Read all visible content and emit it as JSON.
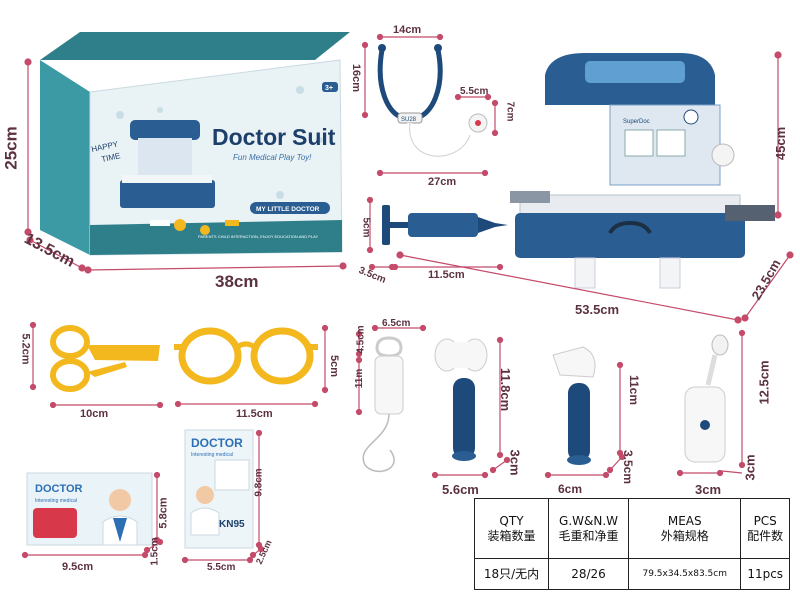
{
  "box": {
    "brand_line1": "Doctor",
    "brand_line2": "Suit",
    "tagline": "Fun Medical Play Toy!",
    "happy": "HAPPY",
    "time": "TIME",
    "ribbon": "MY LITTLE DOCTOR",
    "bottom_text": "PARENTS CHILD INTERACTION, ENJOY EDUCATION AND PLAY",
    "age": "3+"
  },
  "dims": {
    "box_height": "25cm",
    "box_depth": "13.5cm",
    "box_width": "38cm",
    "steth_top": "14cm",
    "steth_side": "16cm",
    "steth_head_w": "5.5cm",
    "steth_head_h": "7cm",
    "steth_length": "27cm",
    "syringe_h": "5cm",
    "syringe_tip": "3.5cm",
    "syringe_len": "11.5cm",
    "case_height": "45cm",
    "case_width": "53.5cm",
    "case_depth": "23.5cm",
    "scissors_h": "5.2cm",
    "scissors_w": "10cm",
    "glasses_h": "5cm",
    "glasses_w": "11.5cm",
    "iv_w": "6.5cm",
    "iv_top": "4.5cm",
    "iv_len": "11m",
    "hammer_h": "11.8cm",
    "hammer_w": "5.6cm",
    "hammer_d": "3cm",
    "otoscope_h": "11cm",
    "otoscope_w": "6cm",
    "otoscope_d": "3.5cm",
    "bottle_h": "12.5cm",
    "bottle_w": "3cm",
    "bottle_d": "3cm",
    "card_h": "5.8cm",
    "card_w": "9.5cm",
    "card_d": "1.5cm",
    "booklet_h": "9.8cm",
    "booklet_w": "5.5cm",
    "booklet_d": "2.5cm"
  },
  "card": {
    "title": "DOCTOR",
    "subtitle": "Interesting medical"
  },
  "booklet": {
    "title": "DOCTOR",
    "subtitle": "Interesting medical",
    "mask": "KN95"
  },
  "stethoscope": {
    "label": "SU28"
  },
  "case": {
    "panel_label": "SuperDoc"
  },
  "table": {
    "headers_en": [
      "QTY",
      "G.W&N.W",
      "MEAS",
      "PCS"
    ],
    "headers_cn": [
      "装箱数量",
      "毛重和净重",
      "外箱规格",
      "配件数"
    ],
    "values": [
      "18只/无内",
      "28/26",
      "79.5x34.5x83.5cm",
      "11pcs"
    ]
  },
  "colors": {
    "navy": "#1d4a7a",
    "teal": "#2f7f8a",
    "dim_line": "#c44b6a",
    "dim_text": "#5c3140",
    "yellow": "#f4b81f"
  }
}
